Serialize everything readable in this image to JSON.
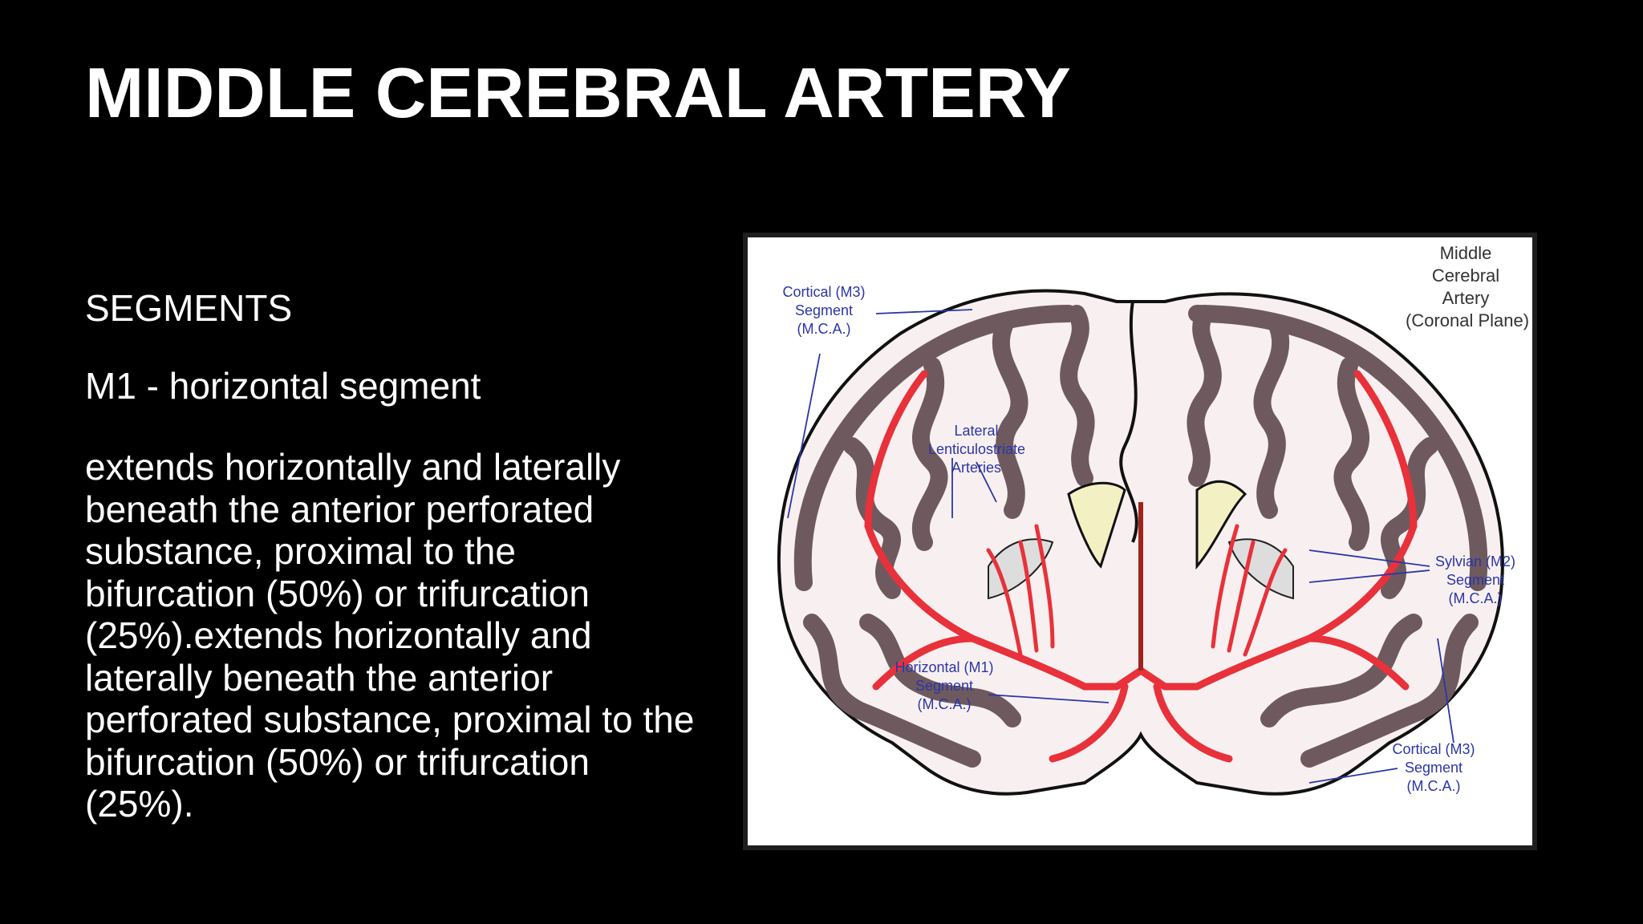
{
  "slide": {
    "title": "MIDDLE CEREBRAL ARTERY",
    "section_heading": "SEGMENTS",
    "subheading": "M1 - horizontal segment",
    "description": "extends horizontally and laterally beneath the anterior perforated substance, proximal to the bifurcation (50%) or trifurcation (25%).extends horizontally and laterally beneath the anterior perforated substance, proximal to the bifurcation (50%) or trifurcation (25%)."
  },
  "figure": {
    "caption": "Middle\nCerebral\nArtery\n(Coronal Plane)",
    "labels": {
      "cortical_m3_top_left": "Cortical (M3)\nSegment\n(M.C.A.)",
      "lateral_lenticulostriate": "Lateral\nLenticulostriate\nArteries",
      "sylvian_m2": "Sylvian (M2)\nSegment\n(M.C.A.)",
      "horizontal_m1": "Horizontal (M1)\nSegment\n(M.C.A.)",
      "cortical_m3_bottom_right": "Cortical (M3)\nSegment\n(M.C.A.)"
    },
    "colors": {
      "artery": "#e8313a",
      "cortex": "#6e5a5e",
      "brain_fill": "#f8f0f0",
      "ventricle": "#f3f0c4",
      "label": "#2b36a8"
    }
  }
}
